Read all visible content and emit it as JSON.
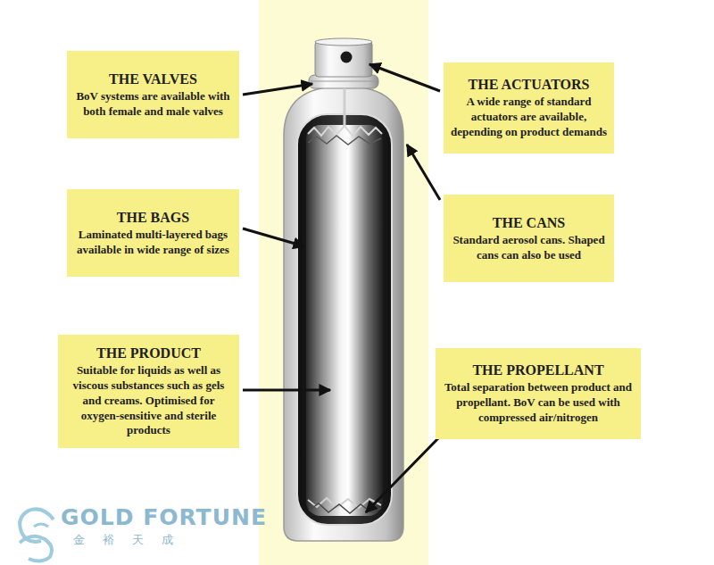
{
  "diagram": {
    "nodes": [
      {
        "text": [
          "THE VALVES",
          "BoV systems are available with both female and male valves"
        ]
      },
      {
        "text": [
          "THE ACTUATORS",
          "A wide range of standard actuators are available, depending on product demands"
        ]
      },
      {
        "text": [
          "THE BAGS",
          "Laminated multi-layered bags available in wide range of sizes"
        ]
      },
      {
        "text": [
          "THE CANS",
          "Standard aerosol cans. Shaped cans can also be used"
        ]
      },
      {
        "text": [
          "THE PRODUCT",
          "Suitable for liquids as well as viscous substances such as gels and creams. Optimised for oxygen-sensitive and sterile products"
        ]
      },
      {
        "text": [
          "THE PROPELLANT",
          "Total separation between product and propellant. BoV can be used with compressed air/nitrogen"
        ]
      }
    ],
    "labels": [
      "GOLD FORTUNE",
      "金裕天成"
    ]
  }
}
